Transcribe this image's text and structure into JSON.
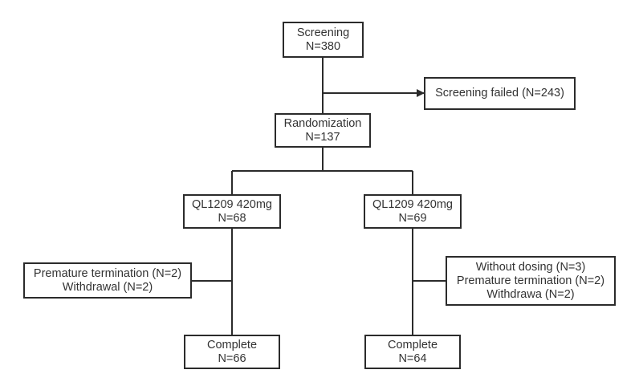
{
  "diagram": {
    "nodes": {
      "screening": {
        "lines": [
          "Screening",
          "N=380"
        ]
      },
      "screening_failed": {
        "lines": [
          "Screening failed (N=243)"
        ]
      },
      "randomization": {
        "lines": [
          "Randomization",
          "N=137"
        ]
      },
      "arm_left": {
        "lines": [
          "QL1209 420mg",
          "N=68"
        ]
      },
      "arm_right": {
        "lines": [
          "QL1209 420mg",
          "N=69"
        ]
      },
      "discontinued_left": {
        "lines": [
          "Premature termination (N=2)",
          "Withdrawal (N=2)"
        ]
      },
      "discontinued_right": {
        "lines": [
          "Without dosing (N=3)",
          "Premature termination (N=2)",
          "Withdrawa (N=2)"
        ]
      },
      "complete_left": {
        "lines": [
          "Complete",
          "N=66"
        ]
      },
      "complete_right": {
        "lines": [
          "Complete",
          "N=64"
        ]
      }
    },
    "colors": {
      "line": "#2b2b2b",
      "text": "#333333",
      "background": "#ffffff"
    }
  }
}
